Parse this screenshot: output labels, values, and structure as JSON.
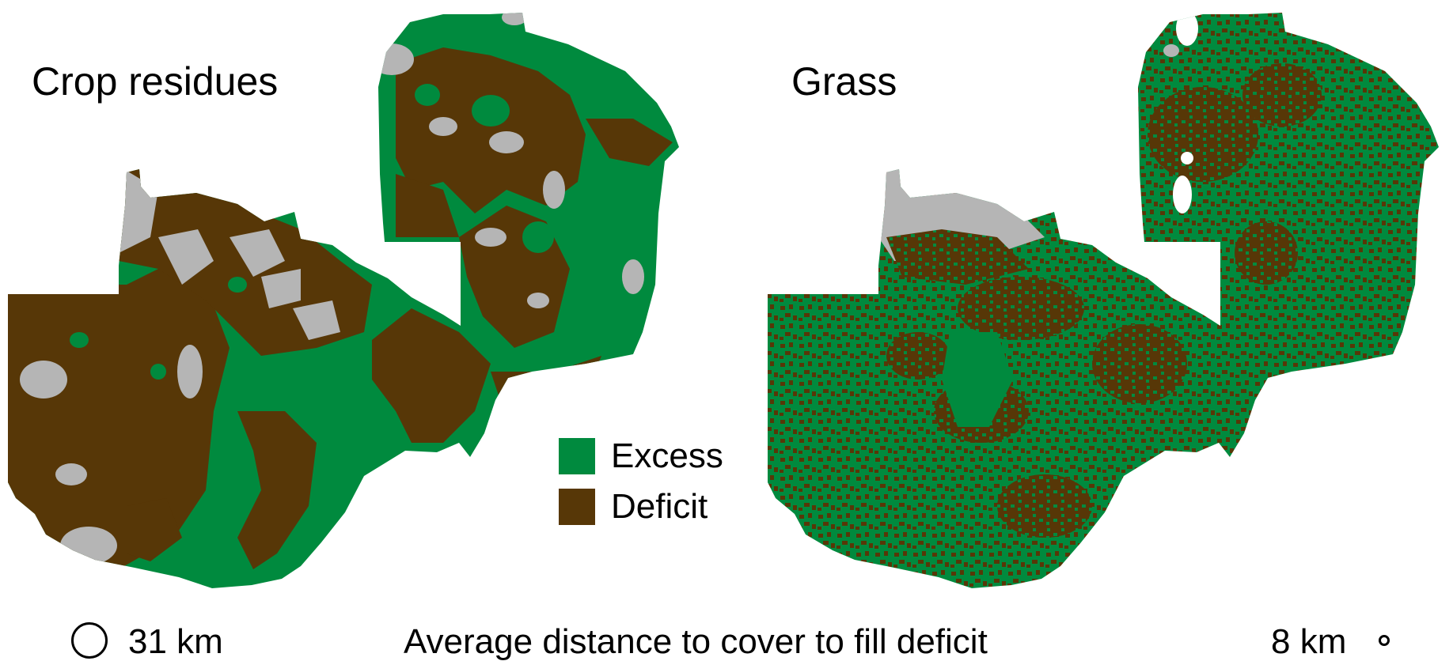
{
  "panels": {
    "left": {
      "title": "Crop residues"
    },
    "right": {
      "title": "Grass"
    }
  },
  "legend": {
    "items": [
      {
        "label": "Excess",
        "color": "#008a3e"
      },
      {
        "label": "Deficit",
        "color": "#573707"
      }
    ]
  },
  "colors": {
    "no_data": "#b5b5b5",
    "background": "#ffffff"
  },
  "footer": {
    "caption": "Average distance to cover to fill deficit",
    "scale_left": "31 km",
    "scale_right": "8 km"
  }
}
